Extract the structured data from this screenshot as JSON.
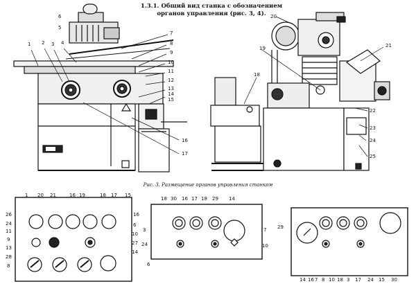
{
  "doc": {
    "section": "1.3.1. Общий вид станка с обозначением",
    "section2": "органов управления (рис. 3, 4).",
    "figure_caption": "Рис. 3. Размещение органов управления станком"
  },
  "labels": {
    "view1": [
      "1",
      "2",
      "3",
      "4",
      "5",
      "6",
      "7",
      "8",
      "9",
      "10",
      "11",
      "12",
      "13",
      "14",
      "15",
      "16",
      "17"
    ],
    "view2": [
      "18",
      "19",
      "20",
      "21",
      "22",
      "23",
      "24",
      "25"
    ],
    "panel1_top": [
      "1",
      "20",
      "21",
      "16",
      "19",
      "18",
      "17",
      "15"
    ],
    "panel1_left": [
      "26",
      "24",
      "11",
      "9",
      "13",
      "28",
      "8"
    ],
    "panel1_right": [
      "16",
      "6",
      "10",
      "27",
      "14"
    ],
    "panel2_top": [
      "18",
      "30",
      "16",
      "17",
      "18",
      "29",
      "14"
    ],
    "panel2_other": [
      "3",
      "7",
      "24",
      "10",
      "6"
    ],
    "panel3_left": [
      "29"
    ],
    "panel3_bottom": [
      "14",
      "16",
      "7",
      "8",
      "10",
      "18",
      "3",
      "17",
      "24",
      "15",
      "30"
    ]
  }
}
